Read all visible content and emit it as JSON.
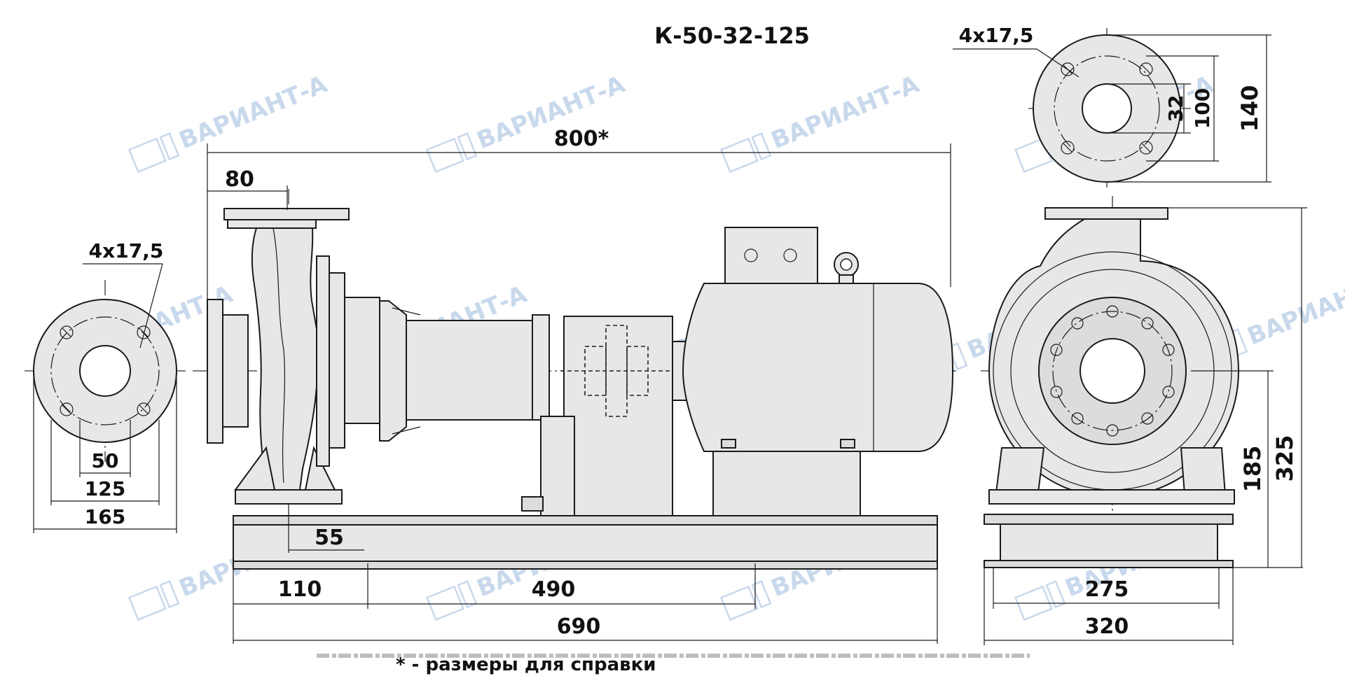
{
  "title": "К-50-32-125",
  "footnote": "* - размеры для справки",
  "watermark": "ВАРИАНТ-А",
  "dimensions": {
    "overall_length": "800*",
    "inlet_offset": "80",
    "suction_flange_holes": "4x17,5",
    "suction_bore": "50",
    "suction_bolt_circle": "125",
    "suction_flange_diameter": "165",
    "frame_offset_55": "55",
    "frame_offset_110": "110",
    "frame_span_490": "490",
    "frame_length_690": "690",
    "discharge_flange_holes": "4x17,5",
    "discharge_bore": "32",
    "discharge_bolt_circle": "100",
    "discharge_flange_diameter": "140",
    "axis_height": "185",
    "overall_height": "325",
    "frame_span_275": "275",
    "frame_width_320": "320"
  },
  "colors": {
    "line": "#1a1a1a",
    "fill": "#e7e7e7",
    "watermark": "#c9d9ec"
  }
}
